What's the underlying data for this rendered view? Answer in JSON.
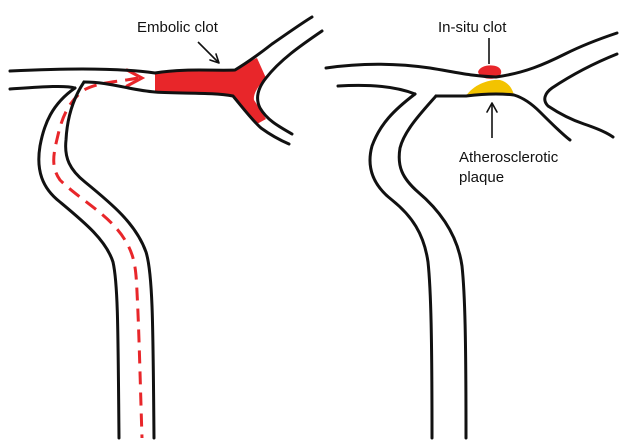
{
  "labels": {
    "embolic_clot": "Embolic clot",
    "in_situ_clot": "In-situ clot",
    "plaque_line1": "Atherosclerotic",
    "plaque_line2": "plaque"
  },
  "colors": {
    "clot": "#e8262a",
    "plaque": "#f3c300",
    "vessel_wall": "#111111",
    "flow_path": "#e8262a"
  }
}
